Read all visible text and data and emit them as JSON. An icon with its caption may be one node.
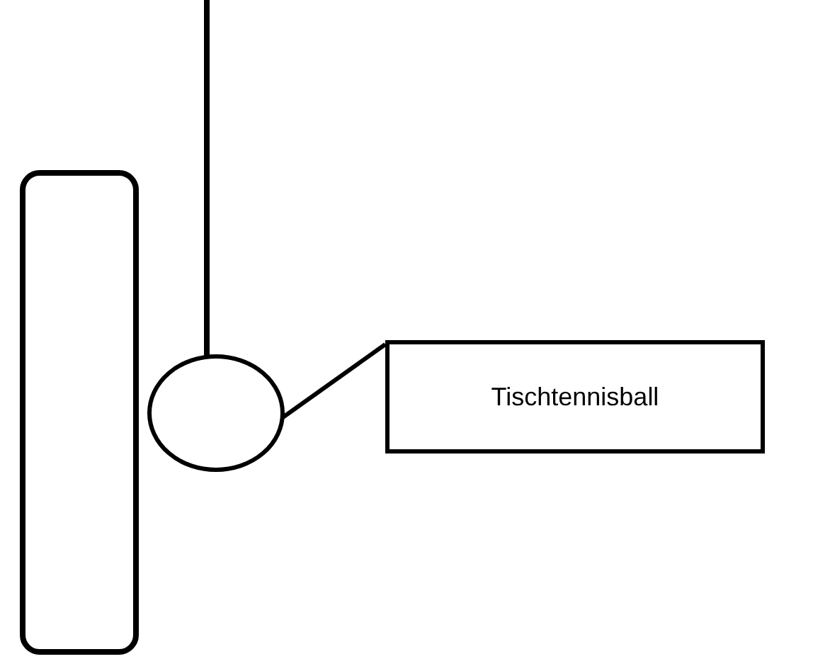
{
  "diagram": {
    "nodes": [
      {
        "text": [],
        "shape": "box"
      },
      {
        "text": [],
        "shape": "circle"
      },
      {
        "text": [
          "Tischtennisball"
        ]
      }
    ],
    "edges": [
      {
        "from": null,
        "to": 1,
        "arrow": "none"
      },
      {
        "from": 2,
        "to": 1,
        "arrow": "none"
      }
    ]
  }
}
